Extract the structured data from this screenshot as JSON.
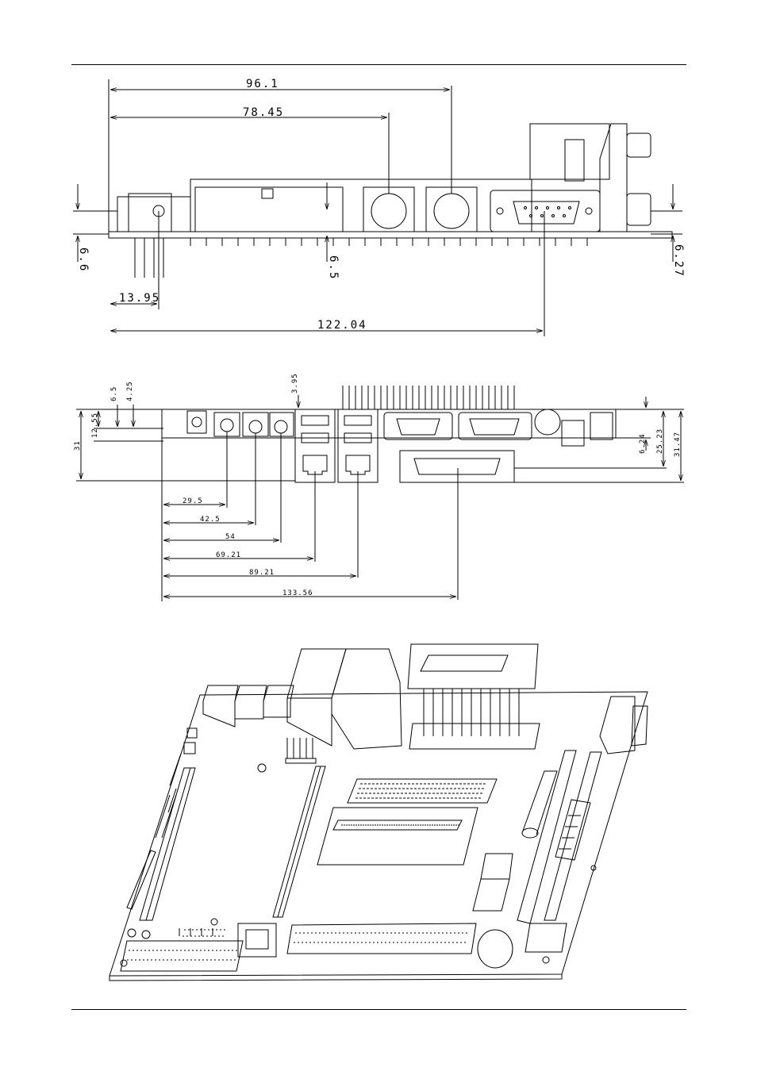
{
  "top_view": {
    "dims": {
      "d_96_1": "96.1",
      "d_78_45": "78.45",
      "d_6_6": "6.6",
      "d_6_5": "6.5",
      "d_6_27": "6.27",
      "d_13_95": "13.95",
      "d_122_04": "122.04"
    }
  },
  "front_view": {
    "dims": {
      "d_6_5": "6.5",
      "d_4_25": "4.25",
      "d_3_95": "3.95",
      "d_12_55": "12.55",
      "d_31": "31",
      "d_6_24": "6.24",
      "d_25_23": "25.23",
      "d_31_47": "31.47",
      "d_29_5": "29.5",
      "d_42_5": "42.5",
      "d_54": "54",
      "d_69_21": "69.21",
      "d_89_21": "89.21",
      "d_133_56": "133.56"
    }
  },
  "isometric_view": {}
}
